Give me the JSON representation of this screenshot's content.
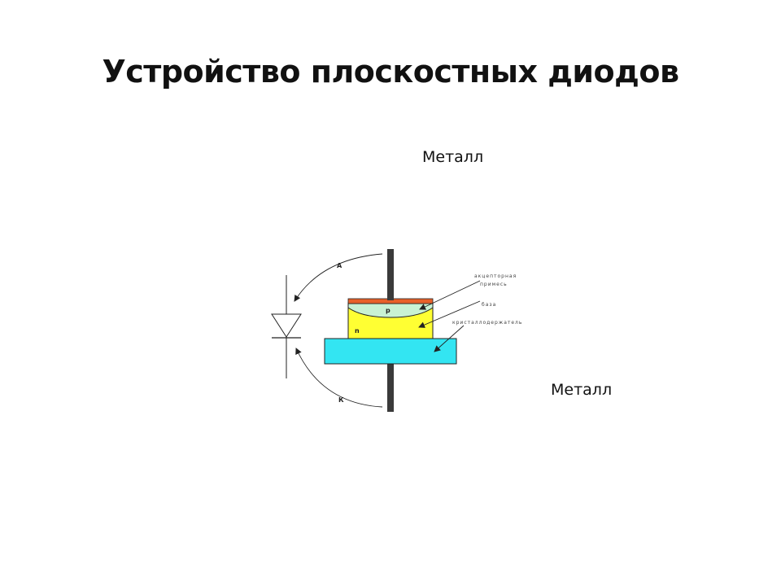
{
  "title": "Устройство плоскостных диодов",
  "labels": {
    "metal_top": "Металл",
    "metal_bottom": "Металл",
    "anode": "А",
    "cathode": "К",
    "p_region": "p",
    "n_region": "n",
    "acceptor_line1": "акцепторная",
    "acceptor_line2": "примесь",
    "base": "база",
    "crystal_holder": "кристаллодержатель"
  },
  "colors": {
    "lead": "#3a3a3a",
    "contact_plate": "#e8612a",
    "p_region": "#c9f2d4",
    "n_crystal": "#ffff33",
    "holder": "#33e5f2"
  }
}
